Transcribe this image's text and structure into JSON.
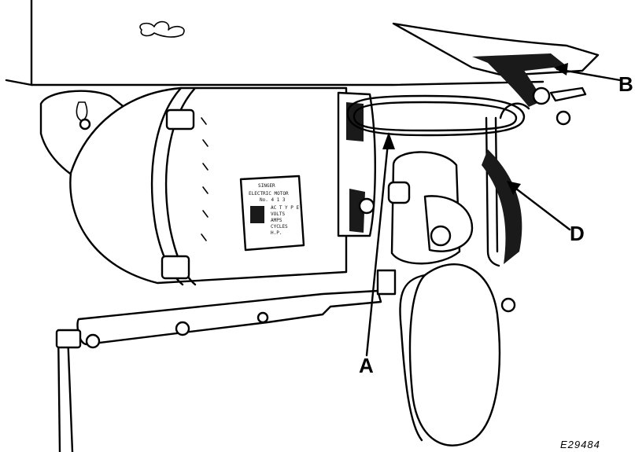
{
  "labels": {
    "a": "A",
    "b": "B",
    "d": "D"
  },
  "plate": {
    "brand": "SINGER",
    "lines": [
      "ELECTRIC MOTOR",
      "No.  4 1 3",
      "AC  T  Y  P  E",
      "VOLTS",
      "AMPS",
      "CYCLES",
      "H.P."
    ]
  },
  "figure_code": "E29484",
  "colors": {
    "ink": "#000000",
    "paper": "#ffffff"
  }
}
